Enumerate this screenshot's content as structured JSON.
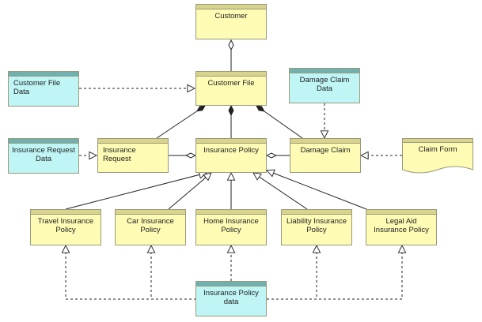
{
  "nodes": {
    "customer": "Customer",
    "customer_file": "Customer File",
    "customer_file_data": "Customer File Data",
    "damage_claim_data": "Damage Claim Data",
    "insurance_request_data": "Insurance Request Data",
    "insurance_request": "Insurance Request",
    "insurance_policy": "Insurance Policy",
    "damage_claim": "Damage Claim",
    "claim_form": "Claim Form",
    "travel_insurance_policy": "Travel Insurance Policy",
    "car_insurance_policy": "Car Insurance Policy",
    "home_insurance_policy": "Home Insurance Policy",
    "liability_insurance_policy": "Liability Insurance Policy",
    "legal_aid_insurance_policy": "Legal Aid Insurance Policy",
    "insurance_policy_data": "Insurance Policy data"
  },
  "colors": {
    "object_fill": "#fdfbb4",
    "object_header": "#d9d48d",
    "data_fill": "#bff5f5",
    "data_header": "#6fb1b1",
    "line": "#222222"
  }
}
